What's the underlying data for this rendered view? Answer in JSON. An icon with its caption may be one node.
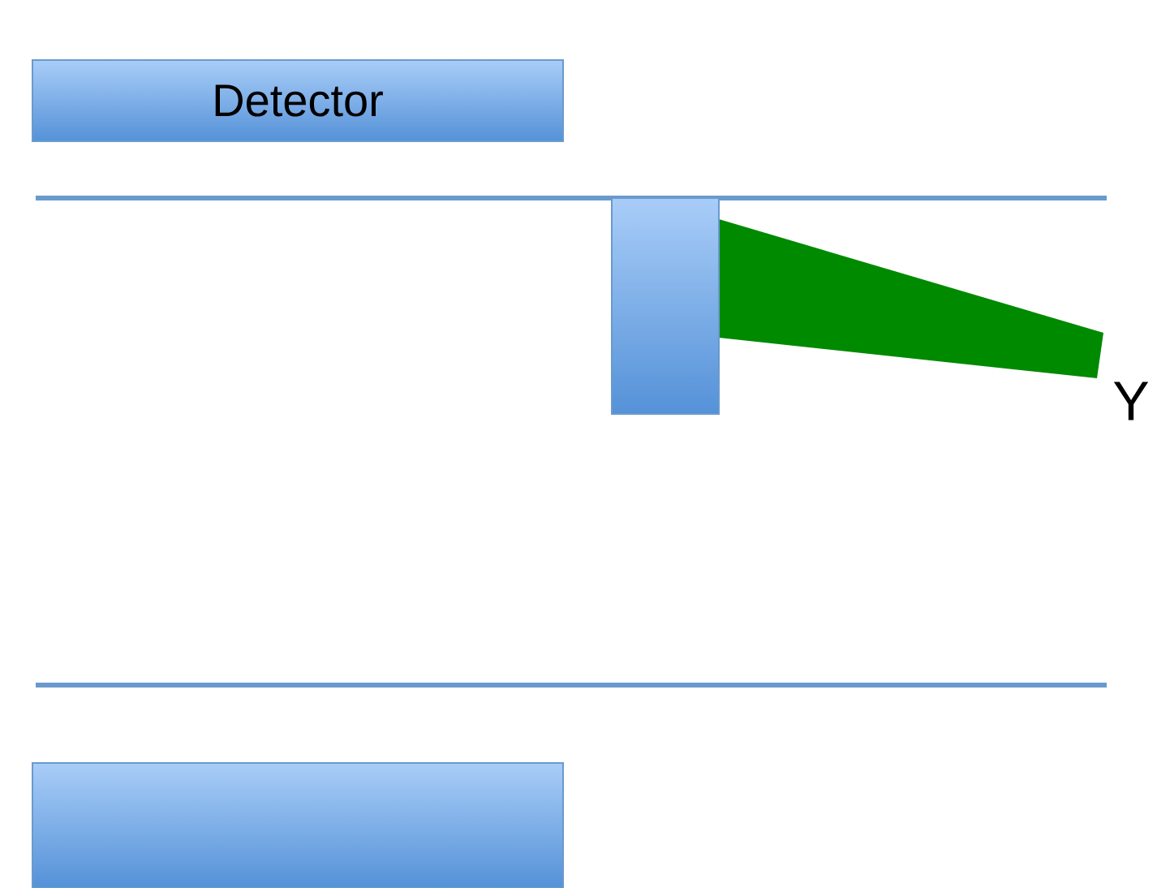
{
  "diagram": {
    "nodes": [
      {
        "text": [
          "Detector"
        ]
      },
      {
        "text": [],
        "shape": "box"
      },
      {
        "text": [],
        "shape": "box"
      }
    ],
    "labels": [
      "Y"
    ]
  }
}
